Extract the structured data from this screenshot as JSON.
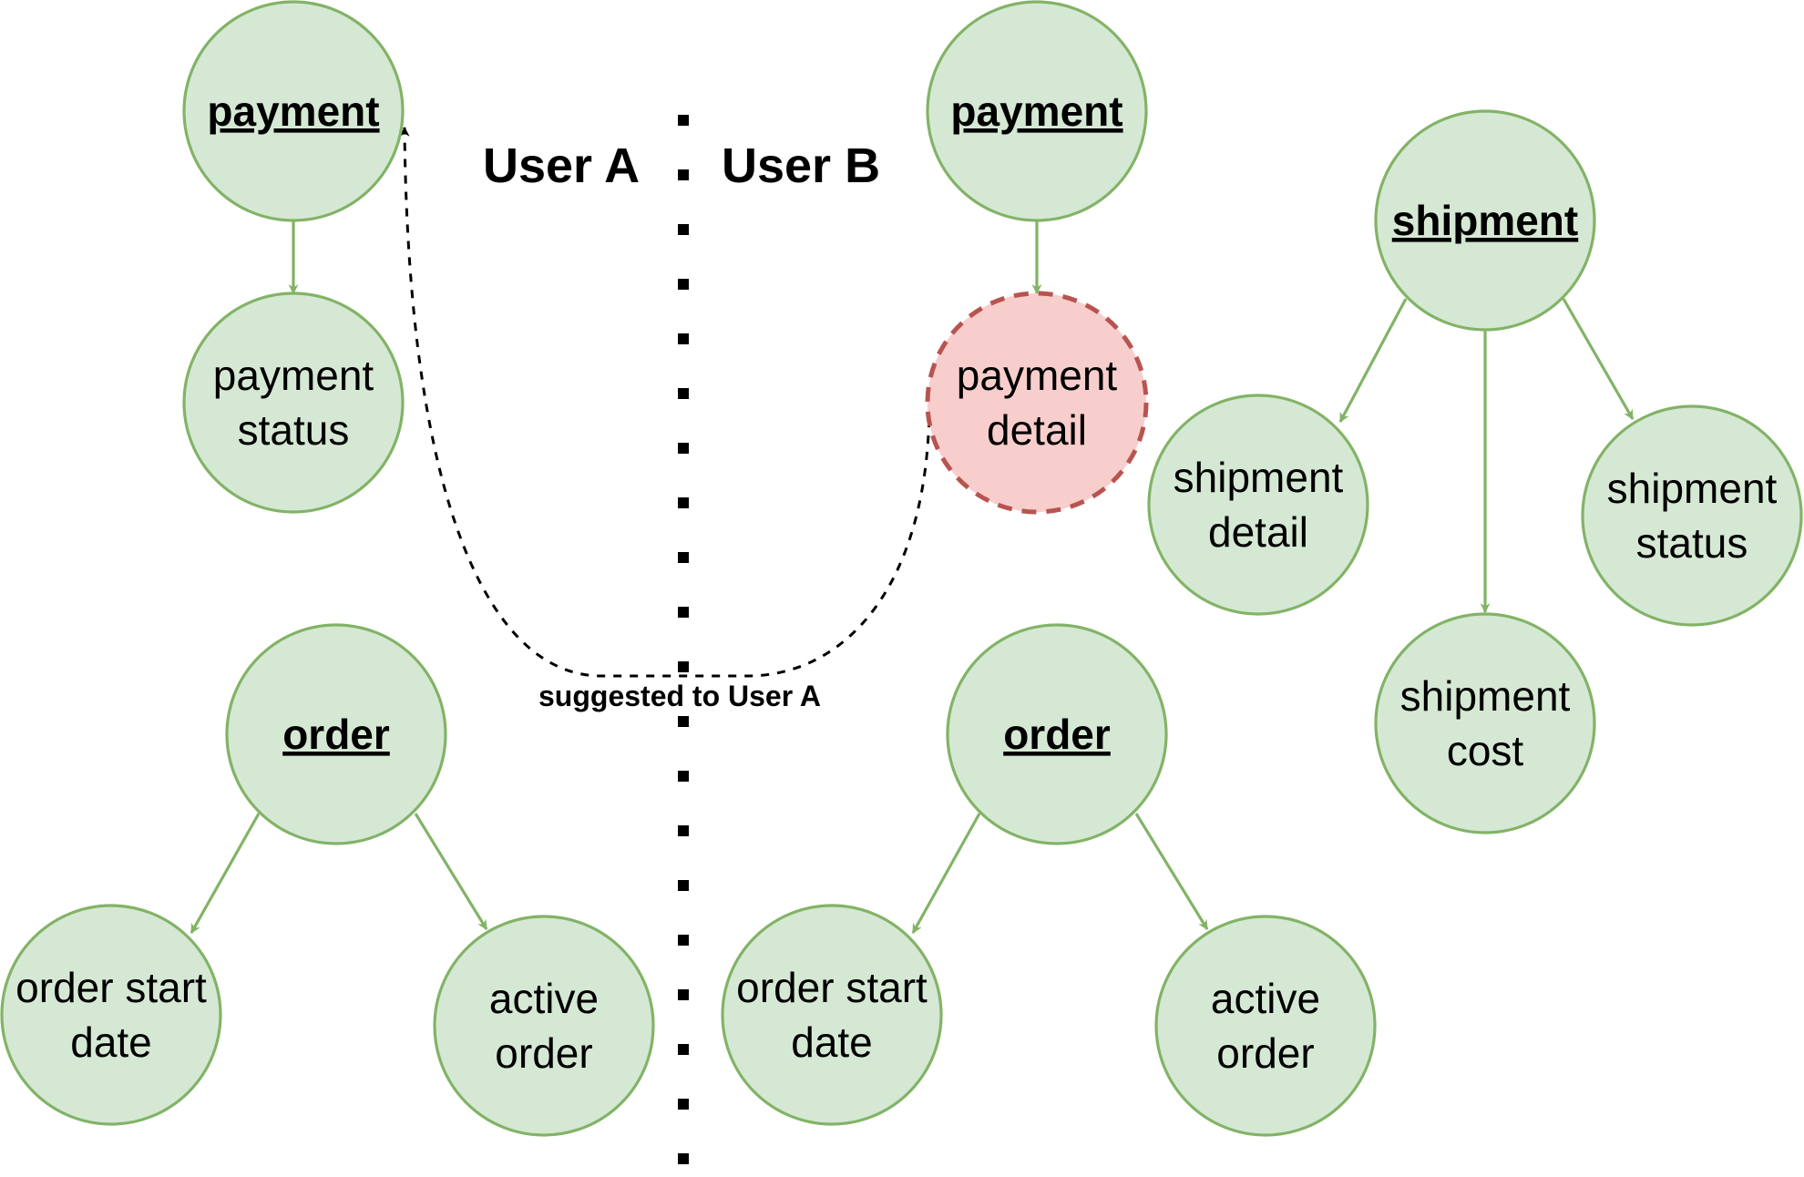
{
  "labels": {
    "user_a": "User A",
    "user_b": "User B",
    "suggestion": "suggested to User A"
  },
  "colors": {
    "node_fill": "#d5e8d4",
    "node_stroke": "#82b366",
    "suggested_fill": "#f8cecc",
    "suggested_stroke": "#b85450"
  },
  "user_a": {
    "payment": {
      "lines": [
        "payment"
      ]
    },
    "payment_status": {
      "lines": [
        "payment",
        "status"
      ]
    },
    "order": {
      "lines": [
        "order"
      ]
    },
    "order_start_date": {
      "lines": [
        "order start",
        "date"
      ]
    },
    "active_order": {
      "lines": [
        "active",
        "order"
      ]
    }
  },
  "user_b": {
    "payment": {
      "lines": [
        "payment"
      ]
    },
    "payment_detail": {
      "lines": [
        "payment",
        "detail"
      ]
    },
    "shipment": {
      "lines": [
        "shipment"
      ]
    },
    "shipment_detail": {
      "lines": [
        "shipment",
        "detail"
      ]
    },
    "shipment_status": {
      "lines": [
        "shipment",
        "status"
      ]
    },
    "shipment_cost": {
      "lines": [
        "shipment",
        "cost"
      ]
    },
    "order": {
      "lines": [
        "order"
      ]
    },
    "order_start_date": {
      "lines": [
        "order start",
        "date"
      ]
    },
    "active_order": {
      "lines": [
        "active",
        "order"
      ]
    }
  }
}
